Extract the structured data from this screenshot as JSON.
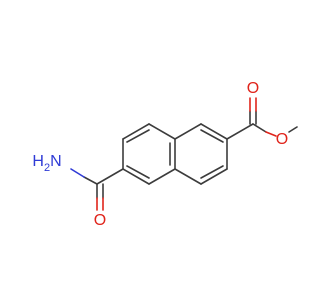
{
  "colors": {
    "carbon": "#3c3c3c",
    "oxygen": "#e0241b",
    "nitrogen": "#2f3bd6",
    "background": "#ffffff"
  },
  "molecule": {
    "atoms": [
      {
        "id": "o_amide_carbonyl",
        "label": "O",
        "element": "oxygen"
      },
      {
        "id": "nh2_amide",
        "label": "H2N",
        "element": "nitrogen"
      },
      {
        "id": "o_ester_carbonyl",
        "label": "O",
        "element": "oxygen"
      },
      {
        "id": "o_ester_ether",
        "label": "O",
        "element": "oxygen"
      }
    ]
  }
}
